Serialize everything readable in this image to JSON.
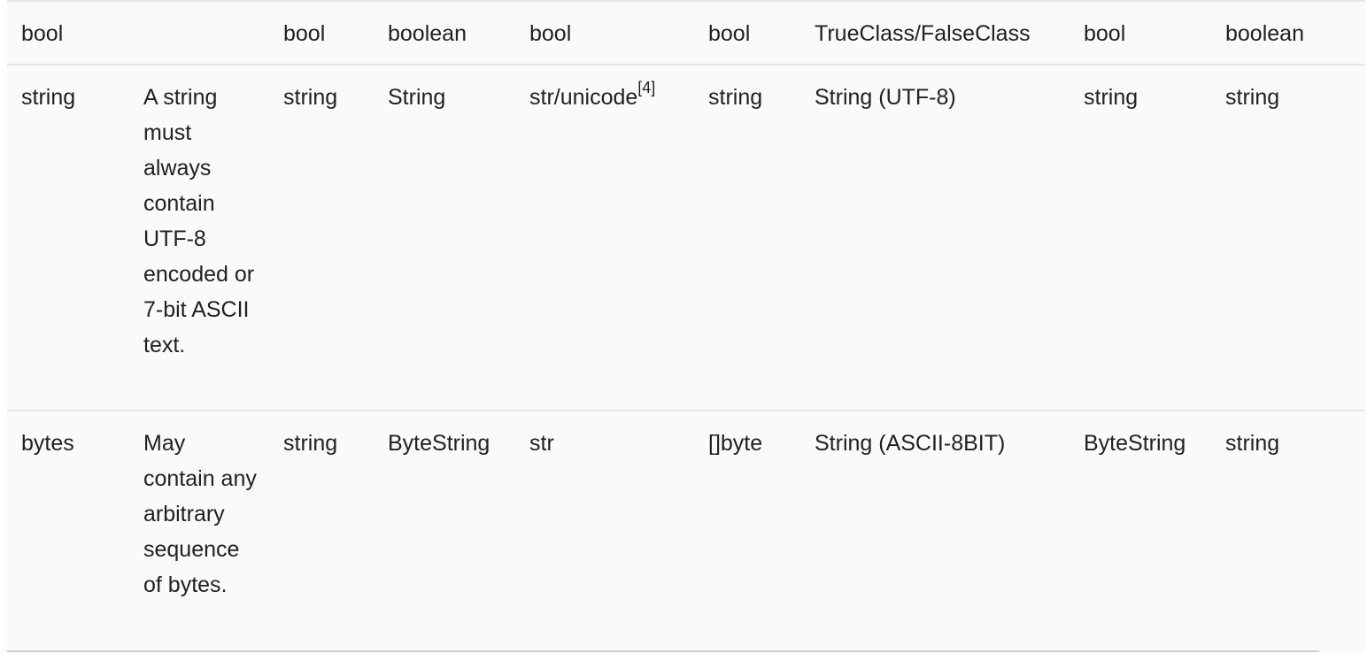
{
  "rows": [
    {
      "type": "bool",
      "notes": "",
      "cpp": "bool",
      "java": "boolean",
      "python": "bool",
      "python_note": "",
      "go": "bool",
      "ruby": "TrueClass/FalseClass",
      "csharp": "bool",
      "php": "boolean"
    },
    {
      "type": "string",
      "notes": "A string must always contain UTF-8 encoded or 7-bit ASCII text.",
      "cpp": "string",
      "java": "String",
      "python": "str/unicode",
      "python_note": "[4]",
      "go": "string",
      "ruby": "String (UTF-8)",
      "csharp": "string",
      "php": "string"
    },
    {
      "type": "bytes",
      "notes": "May contain any arbitrary sequence of bytes.",
      "cpp": "string",
      "java": "ByteString",
      "python": "str",
      "python_note": "",
      "go": "[]byte",
      "ruby": "String (ASCII-8BIT)",
      "csharp": "ByteString",
      "php": "string"
    }
  ]
}
